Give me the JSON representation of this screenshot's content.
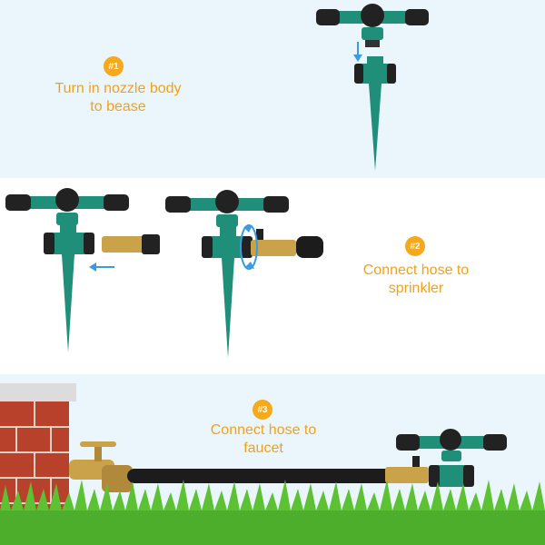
{
  "steps": [
    {
      "badge": "#1",
      "line1": "Turn in nozzle body",
      "line2": "to bease"
    },
    {
      "badge": "#2",
      "line1": "Connect hose to",
      "line2": "sprinkler"
    },
    {
      "badge": "#3",
      "line1": "Connect hose to",
      "line2": "faucet"
    }
  ],
  "colors": {
    "accent": "#f5a91c",
    "panel_bg": "#eaf6fb",
    "sprinkler_green": "#1f8f7a",
    "brass": "#c9a24a",
    "hose": "#1c1c1c",
    "brick": "#b8412c",
    "grass": "#4cae2a",
    "arrow": "#3a9be0"
  },
  "icons": [
    "sprinkler-icon",
    "hose-connector-icon",
    "faucet-icon",
    "brick-wall-icon",
    "grass-icon",
    "arrow-icon",
    "rotate-arrow-icon"
  ]
}
